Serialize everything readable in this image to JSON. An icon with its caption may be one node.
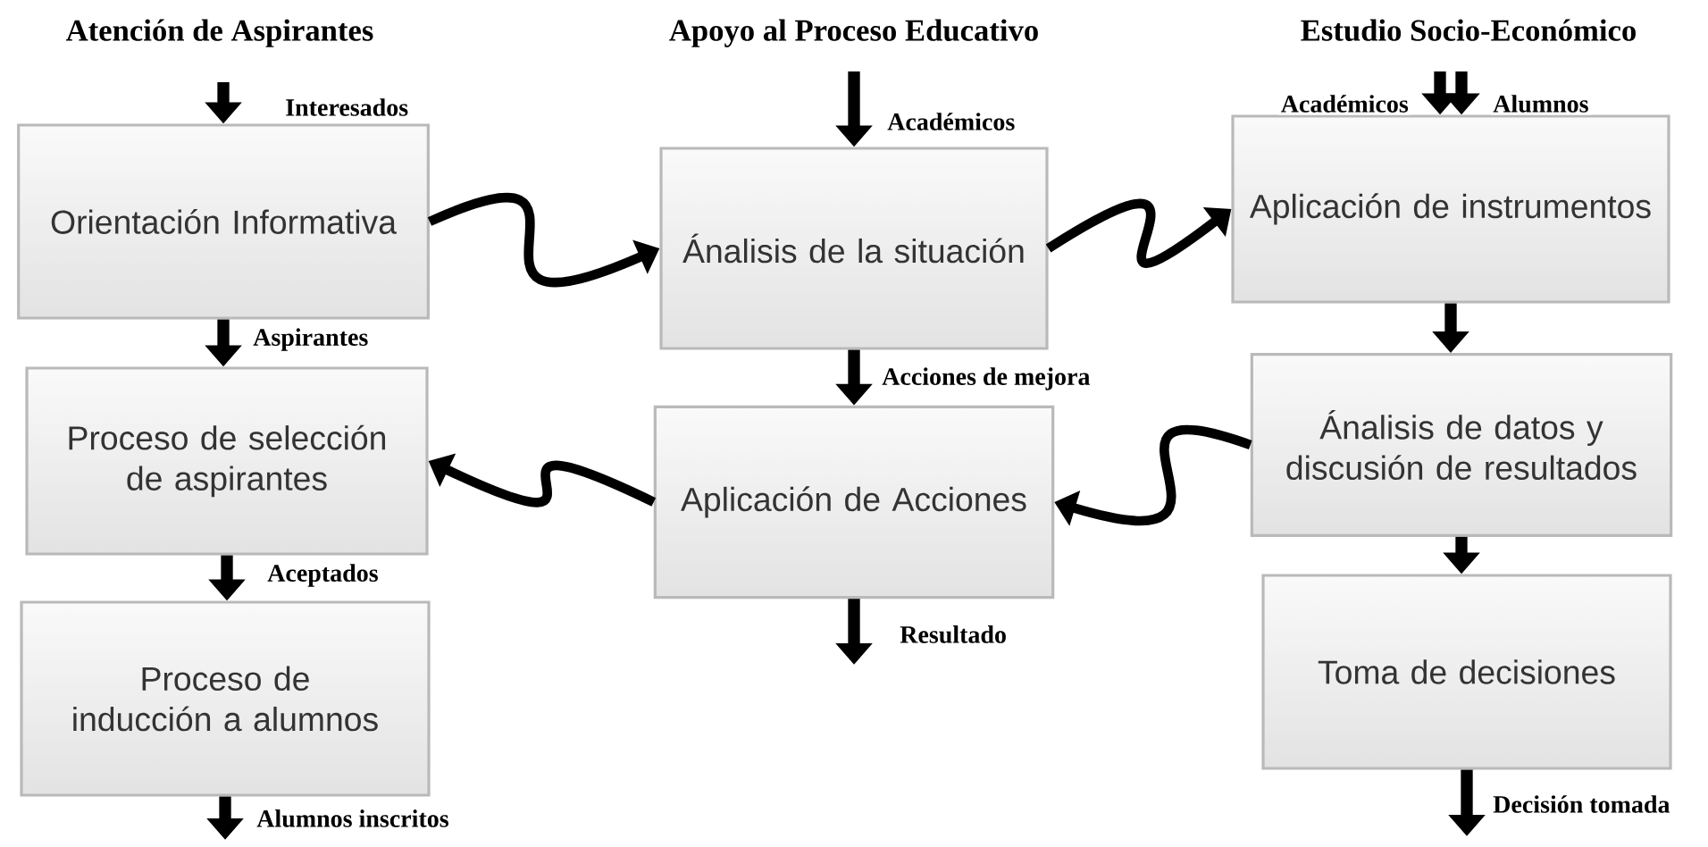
{
  "diagram": {
    "nodes": [
      {
        "text": [
          "Orientación Informativa"
        ]
      },
      {
        "text": [
          "Proceso de selección de aspirantes"
        ]
      },
      {
        "text": [
          "Proceso de inducción a alumnos"
        ]
      },
      {
        "text": [
          "Ánalisis de la situación"
        ]
      },
      {
        "text": [
          "Aplicación de Acciones"
        ]
      },
      {
        "text": [
          "Aplicación de instrumentos"
        ]
      },
      {
        "text": [
          "Ánalisis de datos y discusión de resultados"
        ]
      },
      {
        "text": [
          "Toma de decisiones"
        ]
      }
    ],
    "edges": [
      {
        "from": null,
        "to": 0,
        "arrow": "to",
        "label": "Interesados"
      },
      {
        "from": 0,
        "to": 1,
        "arrow": "to",
        "label": "Aspirantes"
      },
      {
        "from": 1,
        "to": 2,
        "arrow": "to",
        "label": "Aceptados"
      },
      {
        "from": 2,
        "to": null,
        "arrow": "to",
        "label": "Alumnos inscritos"
      },
      {
        "from": null,
        "to": 3,
        "arrow": "to",
        "label": "Académicos"
      },
      {
        "from": 3,
        "to": 4,
        "arrow": "to",
        "label": "Acciones de mejora"
      },
      {
        "from": 4,
        "to": null,
        "arrow": "to",
        "label": "Resultado"
      },
      {
        "from": null,
        "to": 5,
        "arrow": "to",
        "label": "Académicos"
      },
      {
        "from": null,
        "to": 5,
        "arrow": "to",
        "label": "Alumnos"
      },
      {
        "from": 5,
        "to": 6,
        "arrow": "to"
      },
      {
        "from": 6,
        "to": 7,
        "arrow": "to"
      },
      {
        "from": 7,
        "to": null,
        "arrow": "to",
        "label": "Decisión tomada"
      },
      {
        "from": 0,
        "to": 3,
        "arrow": "to"
      },
      {
        "from": 3,
        "to": 5,
        "arrow": "to"
      },
      {
        "from": 4,
        "to": 1,
        "arrow": "to"
      },
      {
        "from": 6,
        "to": 4,
        "arrow": "to"
      }
    ],
    "labels": [
      "Atención de Aspirantes",
      "Apoyo al Proceso Educativo",
      "Estudio Socio-Económico"
    ]
  }
}
